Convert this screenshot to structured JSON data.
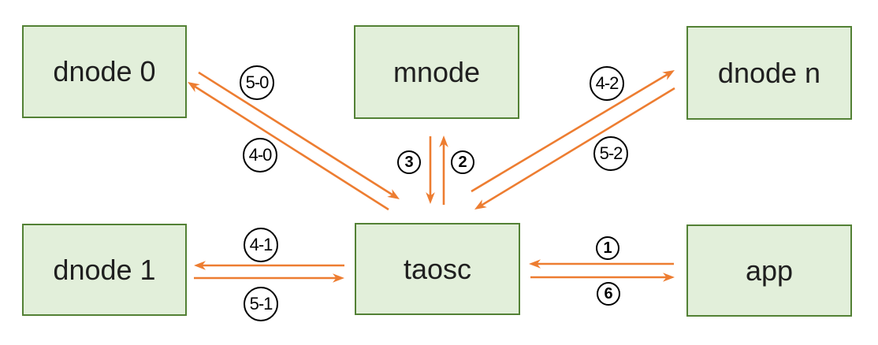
{
  "diagram": {
    "nodes": {
      "dnode0": {
        "label": "dnode 0"
      },
      "mnode": {
        "label": "mnode"
      },
      "dnoden": {
        "label": "dnode n"
      },
      "dnode1": {
        "label": "dnode 1"
      },
      "taosc": {
        "label": "taosc"
      },
      "app": {
        "label": "app"
      }
    },
    "step_labels": {
      "s5_0": "5-0",
      "s4_0": "4-0",
      "s3": "3",
      "s2": "2",
      "s4_2": "4-2",
      "s5_2": "5-2",
      "s4_1": "4-1",
      "s5_1": "5-1",
      "s1": "1",
      "s6": "6"
    },
    "connections": [
      {
        "from": "app",
        "to": "taosc",
        "step": "1"
      },
      {
        "from": "taosc",
        "to": "mnode",
        "step": "2"
      },
      {
        "from": "mnode",
        "to": "taosc",
        "step": "3"
      },
      {
        "from": "taosc",
        "to": "dnode 0",
        "step": "4-0"
      },
      {
        "from": "taosc",
        "to": "dnode 1",
        "step": "4-1"
      },
      {
        "from": "taosc",
        "to": "dnode n",
        "step": "4-2"
      },
      {
        "from": "dnode 0",
        "to": "taosc",
        "step": "5-0"
      },
      {
        "from": "dnode 1",
        "to": "taosc",
        "step": "5-1"
      },
      {
        "from": "dnode n",
        "to": "taosc",
        "step": "5-2"
      },
      {
        "from": "taosc",
        "to": "app",
        "step": "6"
      }
    ],
    "colors": {
      "background": "#ffffff",
      "node_fill": "#e2efda",
      "node_border": "#538135",
      "arrow": "#ed7d31",
      "circle_border": "#000000",
      "text": "#1f1f1f"
    }
  }
}
